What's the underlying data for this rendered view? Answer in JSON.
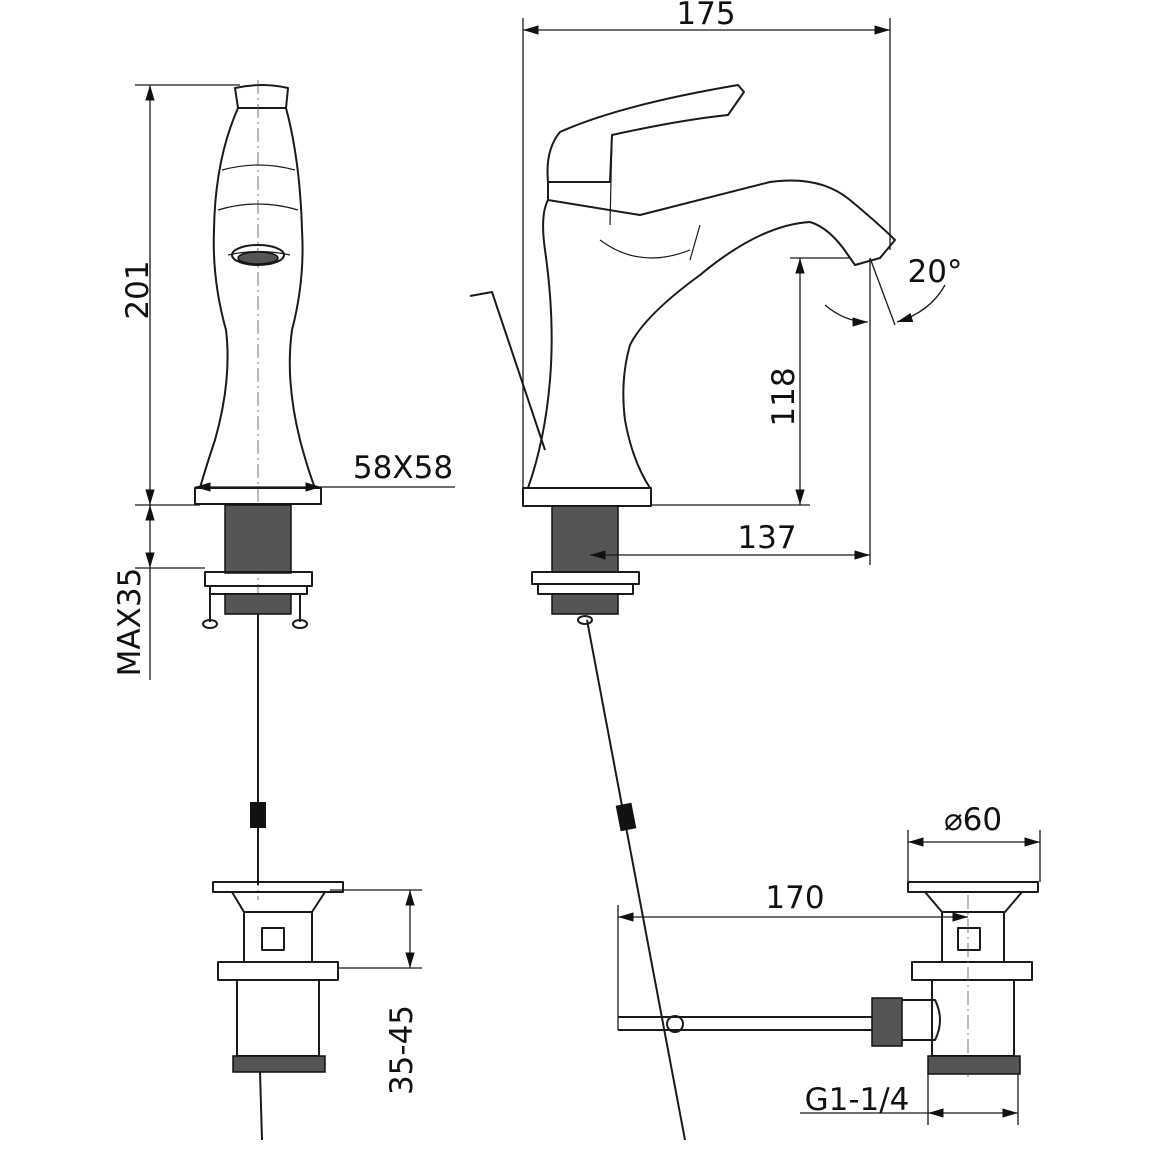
{
  "dimensions": {
    "overall_width": "175",
    "overall_height": "201",
    "base_size": "58X58",
    "spout_height": "118",
    "spout_angle": "20°",
    "spout_reach": "137",
    "max_deck_thickness": "MAX35",
    "drain_diameter": "⌀60",
    "rod_length": "170",
    "drain_range": "35-45",
    "drain_thread": "G1-1/4"
  },
  "colors": {
    "line": "#1a1a1a",
    "background": "#ffffff"
  }
}
